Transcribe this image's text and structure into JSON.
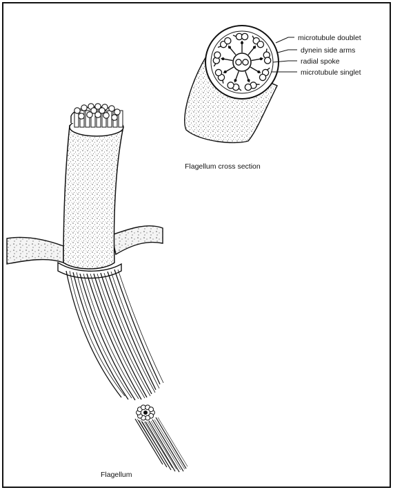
{
  "labels": {
    "microtubule_doublet": "microtubule doublet",
    "dynein_side_arms": "dynein side arms",
    "radial_spoke": "radial spoke",
    "microtubule_singlet": "microtubule singlet"
  },
  "captions": {
    "cross_section": "Flagellum cross section",
    "flagellum": "Flagellum"
  },
  "colors": {
    "ink": "#111111",
    "paper": "#ffffff",
    "stipple": "#6a6a6a"
  }
}
